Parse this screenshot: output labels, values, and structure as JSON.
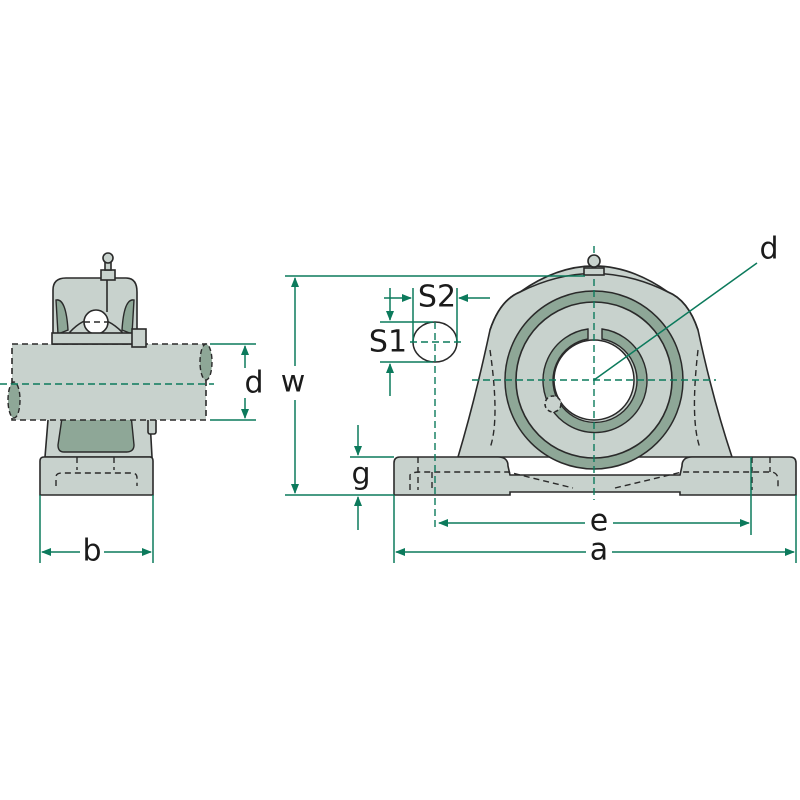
{
  "labels": {
    "d_side": "d",
    "w": "w",
    "b": "b",
    "g": "g",
    "s1": "S1",
    "s2": "S2",
    "e": "e",
    "a": "a",
    "d_front": "d"
  },
  "colors": {
    "dimension": "#0c7a5c",
    "housing": "#c8d2cd",
    "insert": "#8ea797"
  }
}
